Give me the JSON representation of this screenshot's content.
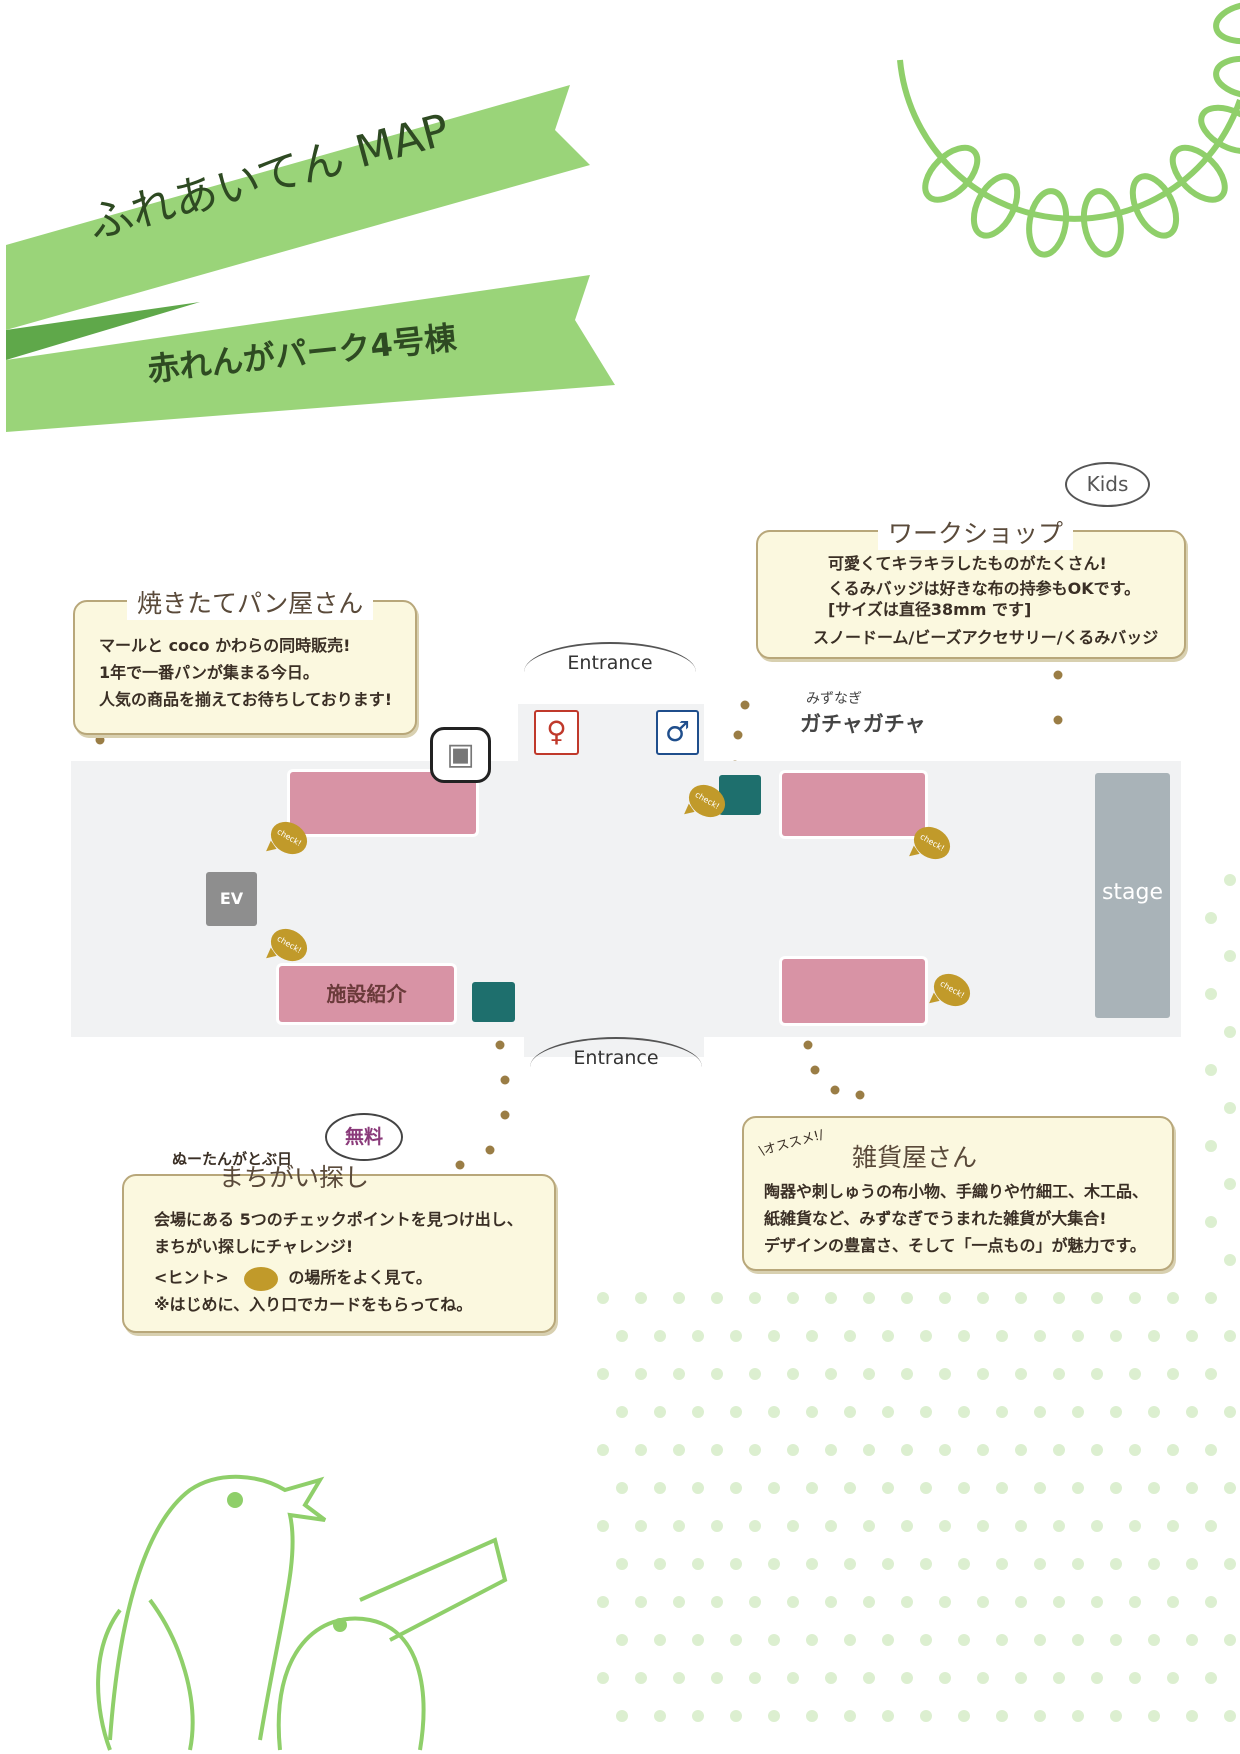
{
  "header": {
    "title": "ふれあいてん MAP",
    "subtitle": "赤れんがパーク4号棟"
  },
  "colors": {
    "ribbon": "#8fcf6a",
    "booth": "#d893a5",
    "teal": "#1e6f6d",
    "stage": "#a9b3b8",
    "check": "#c19a2a",
    "card": "#fbf8df"
  },
  "bakery": {
    "title": "焼きたてパン屋さん",
    "lines": [
      "マールと coco かわらの同時販売!",
      "1年で一番パンが集まる今日。",
      "人気の商品を揃えてお待ちしております!"
    ],
    "icon": "bread-icon"
  },
  "workshop": {
    "badge": "Kids",
    "title": "ワークショップ",
    "lines": [
      "可愛くてキラキラしたものがたくさん!",
      "くるみバッジは好きな布の持参もOKです。",
      "[サイズは直径38mm です]"
    ],
    "items": "スノードーム/ビーズアクセサリー/くるみバッジ"
  },
  "map": {
    "entrance_top": "Entrance",
    "entrance_bottom": "Entrance",
    "ev": "EV",
    "stage": "stage",
    "facility": "施設紹介",
    "gacha_sub": "みずなぎ",
    "gacha": "ガチャガチャ",
    "check_label": "check!"
  },
  "spot": {
    "badge": "無料",
    "pre": "ぬーたんがとぶ日",
    "title": "まちがい探し",
    "lines": [
      "会場にある 5つのチェックポイントを見つけ出し、",
      "まちがい探しにチャレンジ!"
    ],
    "hint_pre": "<ヒント>",
    "hint_post": "の場所をよく見て。",
    "note": "※はじめに、入り口でカードをもらってね。"
  },
  "goods": {
    "tag": "\\オススメ!/",
    "title": "雑貨屋さん",
    "lines": [
      "陶器や刺しゅうの布小物、手織りや竹細工、木工品、",
      "紙雑貨など、みずなぎでうまれた雑貨が大集合!",
      "デザインの豊富さ、そして「一点もの」が魅力です。"
    ]
  }
}
